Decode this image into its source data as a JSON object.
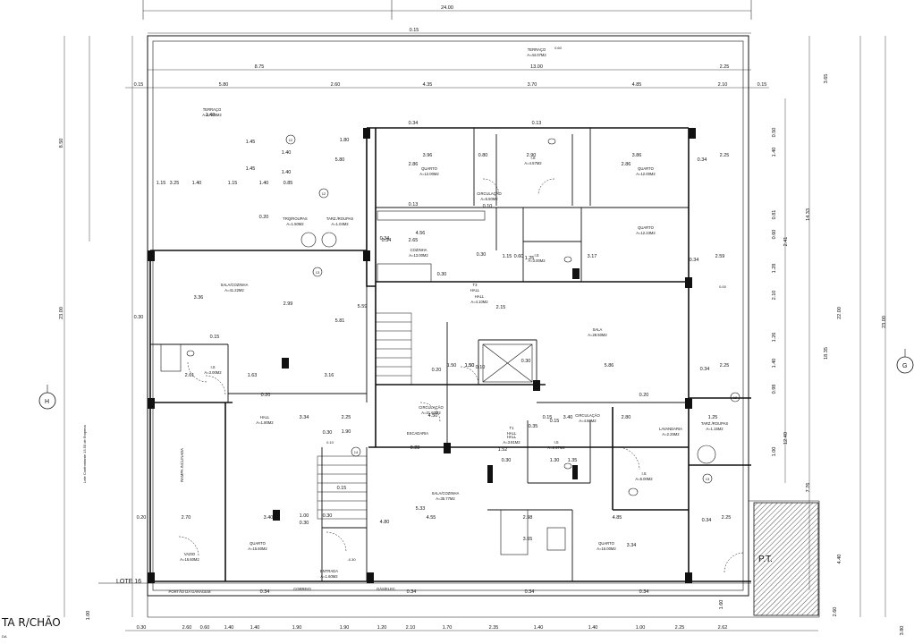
{
  "drawing": {
    "title": "TA R/CHÃO",
    "subtitle": "DA",
    "lot_label": "LOTE 16",
    "side_note": "Lote Confrontante 13.50 de Empena",
    "pt_label": "P.T.",
    "north_axis": "H",
    "east_axis": "G"
  },
  "top_dims": {
    "overall": "24.00",
    "row1": [
      "0.15"
    ],
    "row2": [
      "8.75",
      "13.00",
      "2.25"
    ],
    "row3": [
      "0.15",
      "5.80",
      "2.60",
      "4.35",
      "3.70",
      "4.85",
      "2.10",
      "0.15"
    ]
  },
  "bottom_dims": [
    "0.30",
    "2.60",
    "0.60",
    "1.40",
    "1.40",
    "1.90",
    "1.90",
    "1.20",
    "2.10",
    "1.70",
    "2.35",
    "1.40",
    "1.40",
    "1.00",
    "2.25",
    "2.62"
  ],
  "right_dims": [
    "3.65",
    "0.50",
    "1.40",
    "0.81",
    "0.60",
    "1.28",
    "2.10",
    "1.26",
    "1.40",
    "0.98",
    "1.00",
    "14.33",
    "2.41",
    "18.35",
    "12.40",
    "22.00",
    "23.00",
    "7.76",
    "4.40",
    "1.60",
    "2.60",
    "3.80"
  ],
  "left_dims": [
    "8.50",
    "23.00",
    "1.00"
  ],
  "rooms": [
    {
      "name": "TERRAÇO",
      "area": "A=44.07M2"
    },
    {
      "name": "TERRAÇO",
      "area": "A=17.25M2"
    },
    {
      "name": "QUARTO",
      "area": "A=12.00M2"
    },
    {
      "name": "I.S",
      "area": "A=4.57M2"
    },
    {
      "name": "QUARTO",
      "area": "A=12.00M2"
    },
    {
      "name": "CIRCULAÇÃO",
      "area": "A=5.50M2"
    },
    {
      "name": "QUARTO",
      "area": "A=12.23M2"
    },
    {
      "name": "TRQ/ROUPAS",
      "area": "A=1.50M2"
    },
    {
      "name": "TARZ./ROUPAS",
      "area": "A=1.04M2"
    },
    {
      "name": "COZINHA",
      "area": "A=13.00M2"
    },
    {
      "name": "I.S",
      "area": "A=3.00M2"
    },
    {
      "name": "SALA/COZINHA",
      "area": "A=41.22M2"
    },
    {
      "name": "T3",
      "area": "HALL"
    },
    {
      "name": "HALL",
      "area": "A=4.10M2"
    },
    {
      "name": "SALA",
      "area": "A=28.50M2"
    },
    {
      "name": "I.S",
      "area": "A=3.00M2"
    },
    {
      "name": "CIRCULAÇÃO",
      "area": "A=21.60M2"
    },
    {
      "name": "CIRCULAÇÃO",
      "area": "A=4.60M2"
    },
    {
      "name": "HALL",
      "area": "A=1.80M2"
    },
    {
      "name": "T1",
      "area": "HALL"
    },
    {
      "name": "HALL",
      "area": "A=3.81M2"
    },
    {
      "name": "I.S",
      "area": "A=2.57M2"
    },
    {
      "name": "LAVANDARIA",
      "area": "A=2.25M2"
    },
    {
      "name": "TARZ./ROUPAS",
      "area": "A=1.15M2"
    },
    {
      "name": "I.S",
      "area": "A=5.00M2"
    },
    {
      "name": "SALA/COZINHA",
      "area": "A=35.77M2"
    },
    {
      "name": "QUARTO",
      "area": "A=15.60M2"
    },
    {
      "name": "QUARTO",
      "area": "A=16.00M2"
    },
    {
      "name": "VAZIO",
      "area": "A=16.60M2"
    },
    {
      "name": "ENTRADA",
      "area": "A=1.60M2"
    },
    {
      "name": "RAMPA INCLINADA",
      "area": ""
    },
    {
      "name": "PORTÃO DA GARAGEM",
      "area": ""
    },
    {
      "name": "CORREIO",
      "area": ""
    },
    {
      "name": "GÁS/ELEC.",
      "area": ""
    },
    {
      "name": "ESCADARIA",
      "area": ""
    }
  ],
  "inner_dims": [
    "0.34",
    "3.96",
    "0.80",
    "2.90",
    "0.13",
    "3.86",
    "0.34",
    "2.25",
    "0.34",
    "2.86",
    "2.86",
    "0.10",
    "0.13",
    "4.56",
    "2.65",
    "0.34",
    "1.15",
    "3.17",
    "0.34",
    "2.59",
    "0.30",
    "0.30",
    "1.25",
    "0.60",
    "2.15",
    "1.50",
    "0.30",
    "2.99",
    "5.59",
    "5.81",
    "3.36",
    "0.30",
    "1.50",
    "0.10",
    "0.20",
    "5.86",
    "0.34",
    "2.25",
    "2.61",
    "1.63",
    "3.16",
    "0.20",
    "4.50",
    "3.34",
    "2.25",
    "3.40",
    "2.80",
    "1.25",
    "0.20",
    "0.28",
    "1.52",
    "0.30",
    "1.30",
    "1.35",
    "0.20",
    "2.70",
    "3.40",
    "0.30",
    "5.33",
    "4.55",
    "2.98",
    "4.85",
    "0.34",
    "2.25",
    "3.65",
    "3.34",
    "0.34",
    "0.34",
    "0.34",
    "0.34",
    "0.35",
    "1.40",
    "5.80",
    "3.25",
    "1.15",
    "1.40",
    "1.15",
    "1.40",
    "0.85",
    "1.45",
    "1.40",
    "1.45",
    "1.40",
    "1.80",
    "0.20",
    "0.15",
    "1.90",
    "0.30",
    "0.15",
    "0.30",
    "1.00",
    "4.80",
    "0.15",
    "0.15",
    "1.50"
  ],
  "markers": [
    "12",
    "12",
    "13",
    "14",
    "12",
    "13",
    "0.60",
    "0.00",
    "-0.30",
    "0.10"
  ]
}
